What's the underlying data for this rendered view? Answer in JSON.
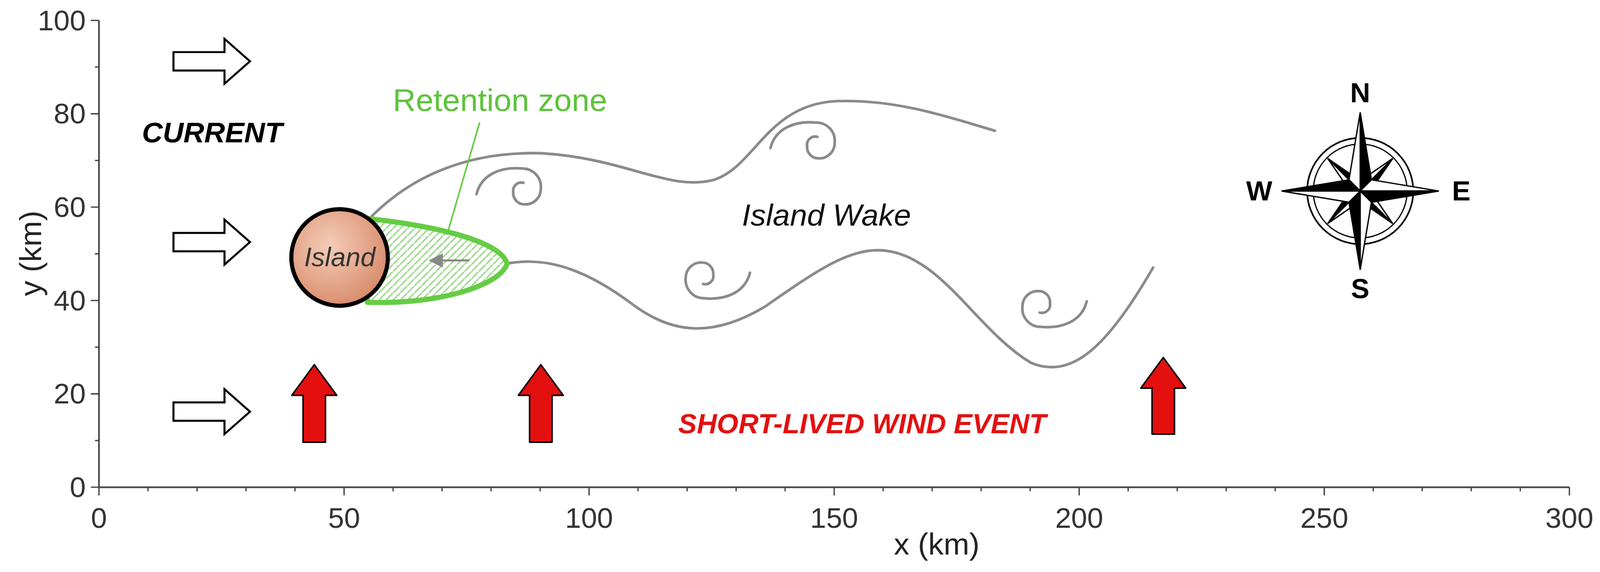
{
  "diagram": {
    "nodes": [
      {
        "text": [
          "Island"
        ]
      }
    ],
    "labels": [
      "CURRENT",
      "Retention zone",
      "Island Wake",
      "SHORT-LIVED WIND EVENT",
      "100",
      "80",
      "60",
      "40",
      "20",
      "0",
      "y (km)",
      "0",
      "50",
      "100",
      "150",
      "200",
      "250",
      "300",
      "x (km)",
      "N",
      "W",
      "E",
      "S"
    ]
  }
}
